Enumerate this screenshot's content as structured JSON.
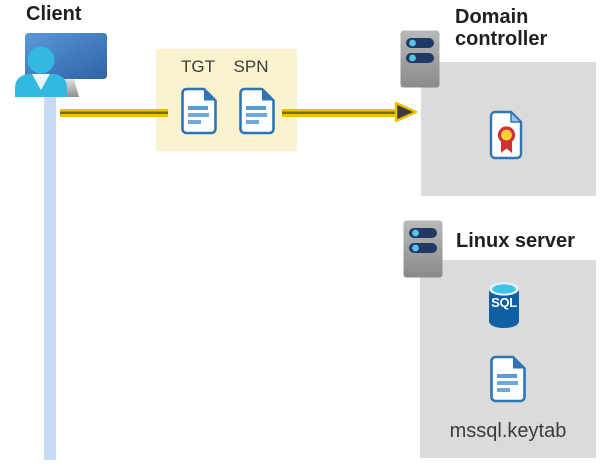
{
  "colors": {
    "arrow-yellow": "#F0C100",
    "arrow-core": "#7E6A00",
    "arrowhead-fill": "#3D3D3D",
    "ticket-box-bg": "#FBF2CE",
    "panel-bg": "#DBDBDB",
    "client-line": "#C5DCF4",
    "label-dark": "#1F1F1F",
    "label-gray": "#3C3C3C",
    "doc-border-blue": "#2E75B6",
    "person-cyan": "#33B9DF",
    "server-bar-navy": "#1F3864",
    "sql-body-blue": "#0F5FA5"
  },
  "client": {
    "label": "Client"
  },
  "ticket_box": {
    "tgt_label": "TGT",
    "spn_label": "SPN"
  },
  "domain_controller": {
    "label_line1": "Domain",
    "label_line2": "controller"
  },
  "linux_server": {
    "label": "Linux server"
  },
  "database": {
    "label": "SQL"
  },
  "keytab": {
    "label": "mssql.keytab"
  }
}
